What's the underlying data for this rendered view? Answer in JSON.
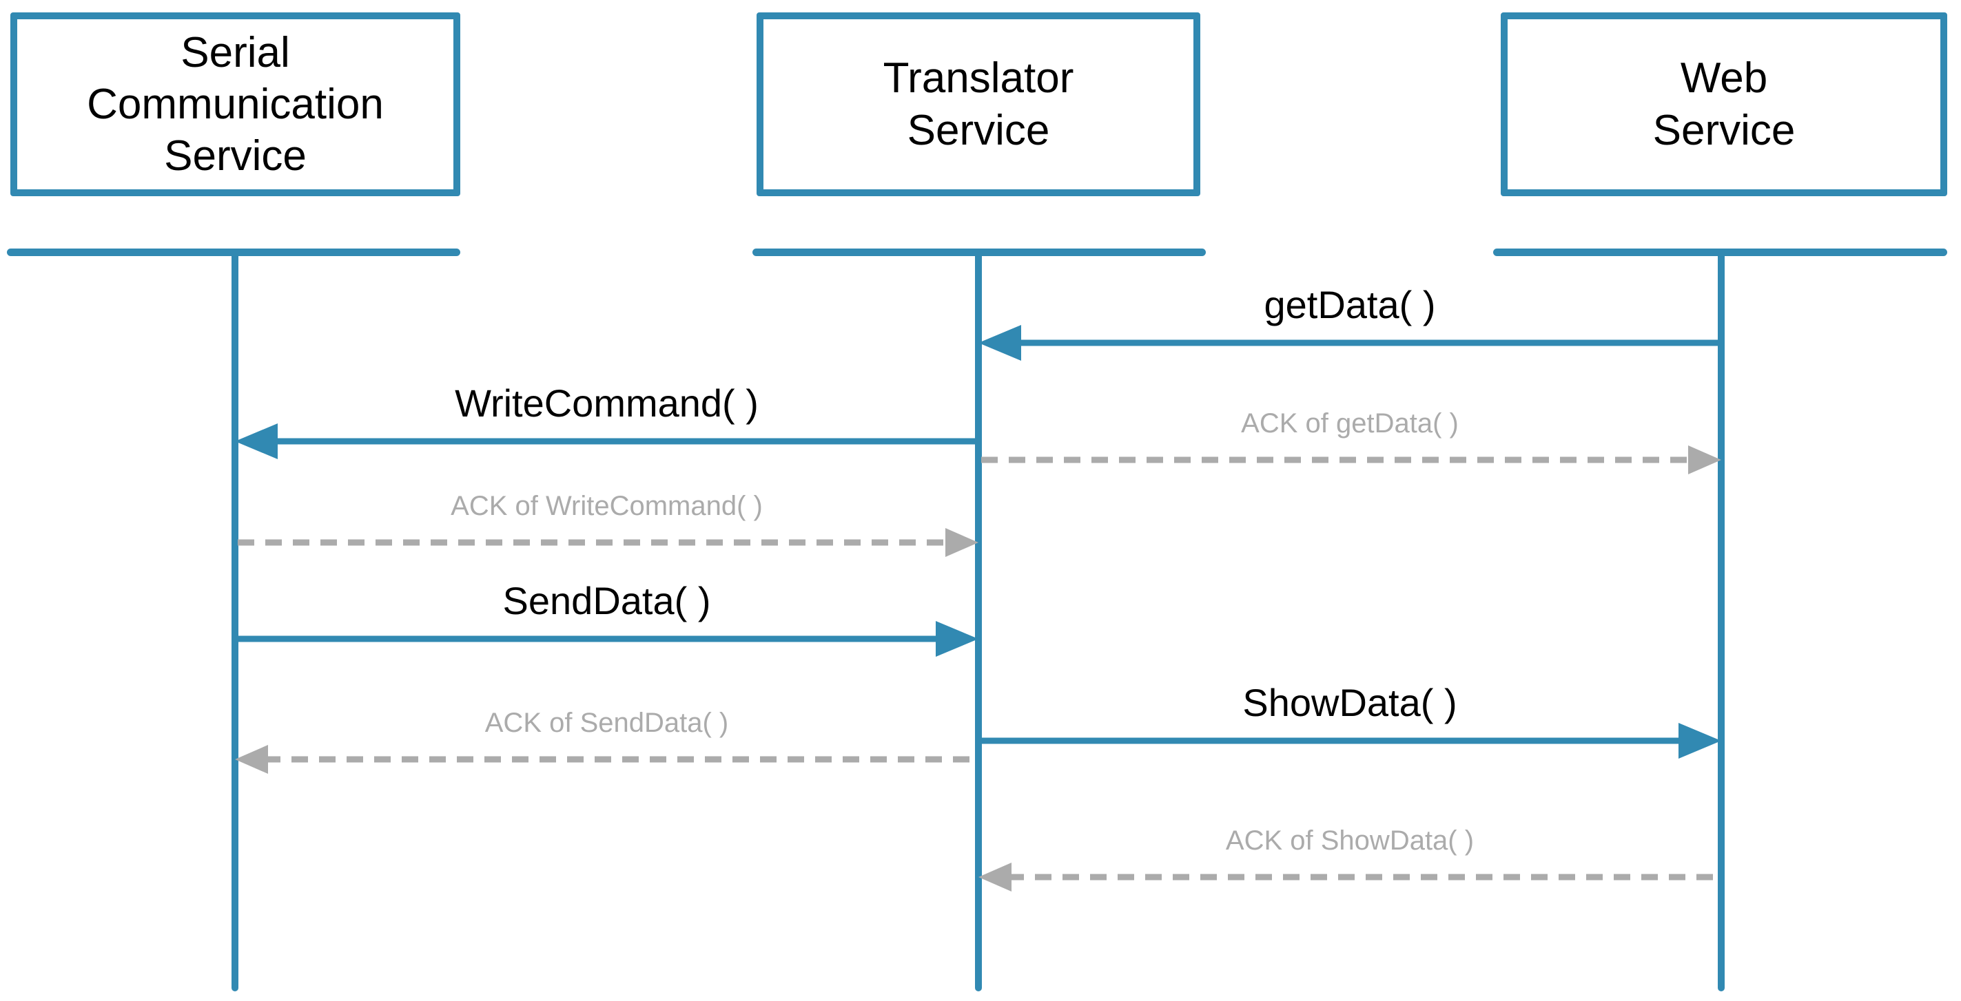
{
  "diagram": {
    "type": "sequence",
    "colors": {
      "accent_blue": "#3189b2",
      "ack_gray": "#ababab",
      "label_black": "#000000",
      "background": "#ffffff"
    },
    "actors": [
      {
        "id": "serial",
        "label": "Serial\nCommunication\nService"
      },
      {
        "id": "translator",
        "label": "Translator\nService"
      },
      {
        "id": "web",
        "label": "Web\nService"
      }
    ],
    "messages": [
      {
        "label": "getData( )",
        "from": "web",
        "to": "translator",
        "style": "solid"
      },
      {
        "label": "WriteCommand( )",
        "from": "translator",
        "to": "serial",
        "style": "solid"
      },
      {
        "label": "ACK of getData( )",
        "from": "translator",
        "to": "web",
        "style": "dashed"
      },
      {
        "label": "ACK of WriteCommand( )",
        "from": "serial",
        "to": "translator",
        "style": "dashed"
      },
      {
        "label": "SendData( )",
        "from": "serial",
        "to": "translator",
        "style": "solid"
      },
      {
        "label": "ShowData( )",
        "from": "translator",
        "to": "web",
        "style": "solid"
      },
      {
        "label": "ACK of SendData( )",
        "from": "translator",
        "to": "serial",
        "style": "dashed"
      },
      {
        "label": "ACK of ShowData( )",
        "from": "web",
        "to": "translator",
        "style": "dashed"
      }
    ]
  }
}
